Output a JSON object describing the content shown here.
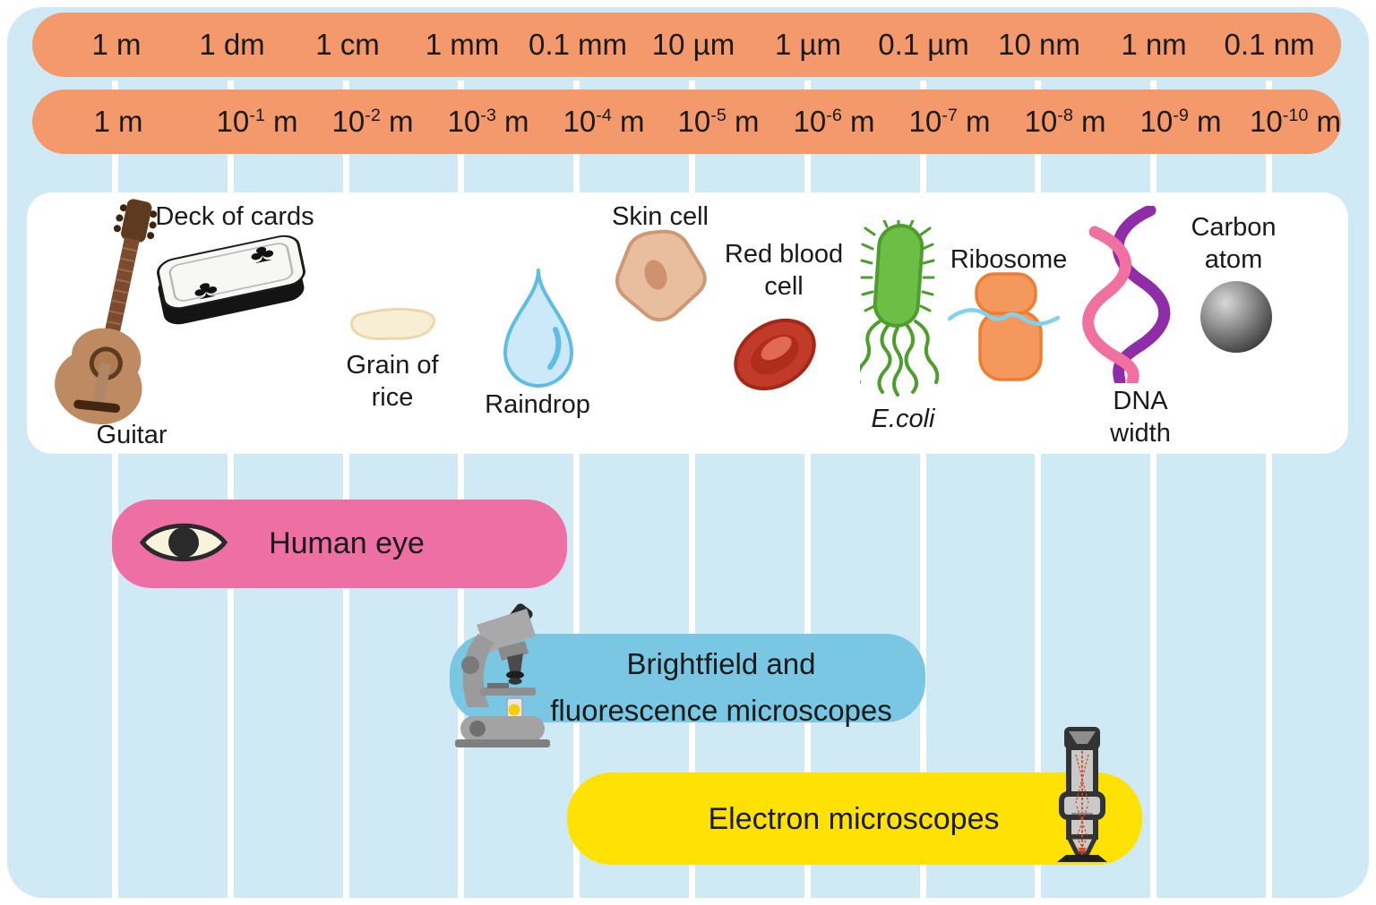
{
  "colors": {
    "background": "#CFE9F5",
    "ruler_bar": "#F4996B",
    "objects_panel": "#FFFFFF",
    "human_eye_bar": "#EE6FA3",
    "light_microscope_bar": "#79C7E3",
    "electron_microscope_bar": "#FFE203",
    "text": "#1A1A1A"
  },
  "ruler_units": [
    "1 m",
    "1 dm",
    "1 cm",
    "1 mm",
    "0.1 mm",
    "10 µm",
    "1 µm",
    "0.1 µm",
    "10 nm",
    "1 nm",
    "0.1 nm"
  ],
  "ruler_powers": [
    {
      "base": "1",
      "exp": "",
      "unit": " m"
    },
    {
      "base": "10",
      "exp": "-1",
      "unit": " m"
    },
    {
      "base": "10",
      "exp": "-2",
      "unit": " m"
    },
    {
      "base": "10",
      "exp": "-3",
      "unit": " m"
    },
    {
      "base": "10",
      "exp": "-4",
      "unit": " m"
    },
    {
      "base": "10",
      "exp": "-5",
      "unit": " m"
    },
    {
      "base": "10",
      "exp": "-6",
      "unit": " m"
    },
    {
      "base": "10",
      "exp": "-7",
      "unit": " m"
    },
    {
      "base": "10",
      "exp": "-8",
      "unit": " m"
    },
    {
      "base": "10",
      "exp": "-9",
      "unit": " m"
    },
    {
      "base": "10",
      "exp": "-10",
      "unit": " m"
    }
  ],
  "objects": {
    "guitar": {
      "label": "Guitar"
    },
    "deck_of_cards": {
      "label": "Deck of cards"
    },
    "grain_of_rice": {
      "line1": "Grain of",
      "line2": "rice"
    },
    "raindrop": {
      "label": "Raindrop"
    },
    "skin_cell": {
      "label": "Skin cell"
    },
    "red_blood_cell": {
      "line1": "Red blood",
      "line2": "cell"
    },
    "ecoli": {
      "label": "E.coli"
    },
    "ribosome": {
      "label": "Ribosome"
    },
    "dna": {
      "line1": "DNA",
      "line2": "width"
    },
    "carbon_atom": {
      "line1": "Carbon",
      "line2": "atom"
    }
  },
  "ranges": {
    "human_eye": {
      "label": "Human eye"
    },
    "light_microscopes": {
      "line1": "Brightfield and",
      "line2": "fluorescence microscopes"
    },
    "electron_microscopes": {
      "label": "Electron microscopes"
    }
  },
  "icons": {
    "human_eye": "eye-icon",
    "light_microscopes": "light-microscope-icon",
    "electron_microscopes": "electron-microscope-icon",
    "objects": [
      "guitar-icon",
      "deck-of-cards-icon",
      "grain-of-rice-icon",
      "raindrop-icon",
      "skin-cell-icon",
      "red-blood-cell-icon",
      "ecoli-icon",
      "ribosome-icon",
      "dna-icon",
      "carbon-atom-icon"
    ]
  }
}
